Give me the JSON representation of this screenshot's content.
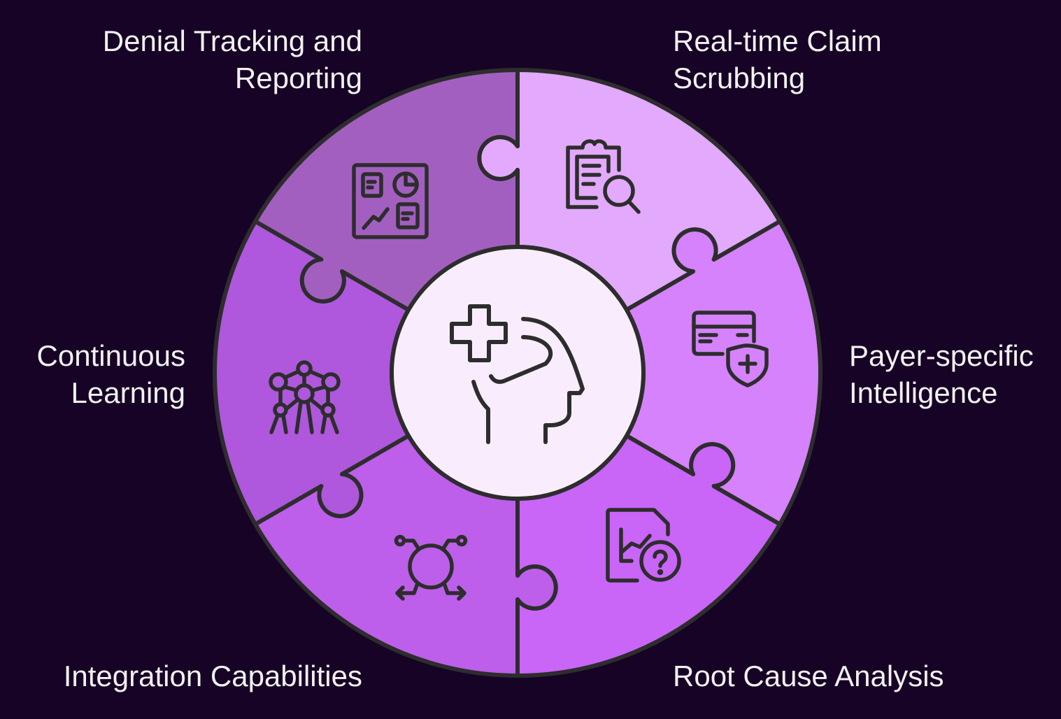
{
  "title": "Denial Management Capabilities Puzzle Wheel",
  "colors": {
    "background": "#170326",
    "outline": "#2d2d2d",
    "center": "#f9edfd",
    "text": "#f2f2f2"
  },
  "center": {
    "icon": "medical-head-icon"
  },
  "segments": [
    {
      "id": "real-time-claim-scrubbing",
      "lines": [
        "Real-time Claim",
        "Scrubbing"
      ],
      "icon": "clipboard-search-icon",
      "color": "#e2a9fc"
    },
    {
      "id": "payer-specific-intelligence",
      "lines": [
        "Payer-specific",
        "Intelligence"
      ],
      "icon": "card-shield-icon",
      "color": "#d582fc"
    },
    {
      "id": "root-cause-analysis",
      "lines": [
        "Root Cause Analysis"
      ],
      "icon": "file-chart-question-icon",
      "color": "#c965f7"
    },
    {
      "id": "integration-capabilities",
      "lines": [
        "Integration Capabilities"
      ],
      "icon": "circle-connections-icon",
      "color": "#bd5fea"
    },
    {
      "id": "continuous-learning",
      "lines": [
        "Continuous",
        "Learning"
      ],
      "icon": "atom-structure-icon",
      "color": "#af57dd"
    },
    {
      "id": "denial-tracking-and-reporting",
      "lines": [
        "Denial Tracking and",
        "Reporting"
      ],
      "icon": "dashboard-icon",
      "color": "#a25fc0"
    }
  ]
}
